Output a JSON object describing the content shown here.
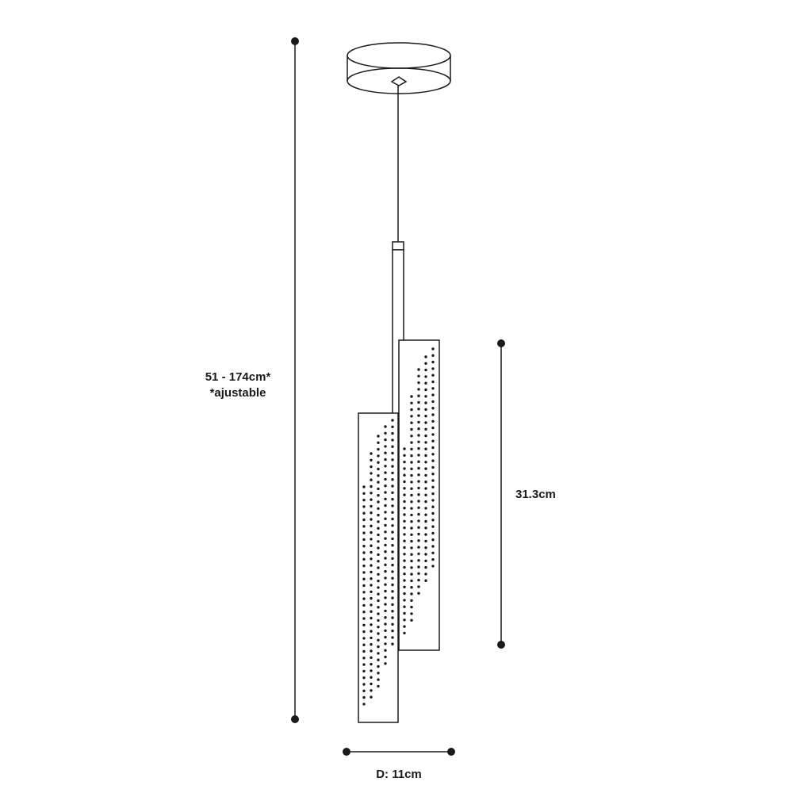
{
  "dimensions": {
    "total_height": "51 - 174cm*",
    "adjustable_note": "*ajustable",
    "shade_height": "31.3cm",
    "diameter": "D: 11cm"
  },
  "colors": {
    "line": "#1a1a1a",
    "background": "#ffffff"
  }
}
